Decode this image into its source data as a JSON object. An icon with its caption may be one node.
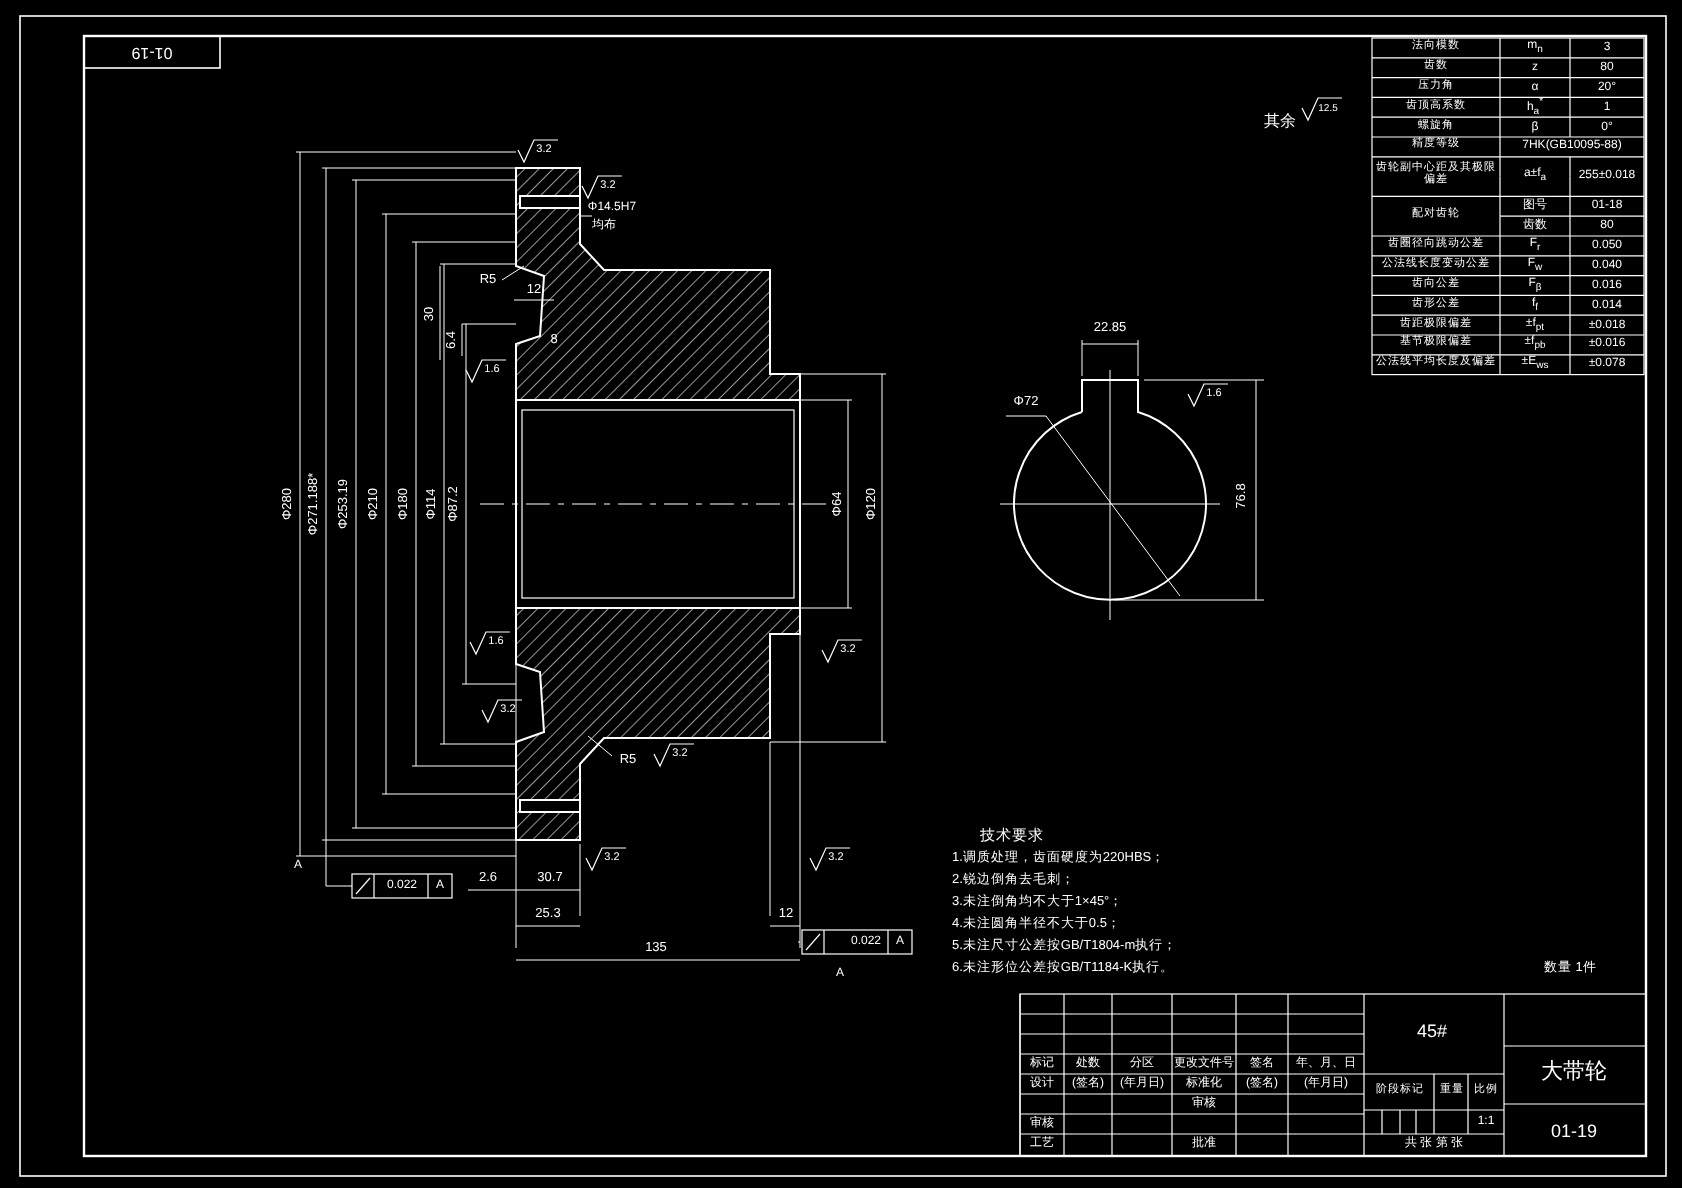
{
  "diagram": {
    "labels": [
      "01-19",
      "其余",
      "12.5",
      "法向模数",
      "m$_{n}$",
      "3",
      "齿数",
      "z",
      "80",
      "压力角",
      "α",
      "20°",
      "齿顶高系数",
      "h$_{a}$$^{*}$",
      "1",
      "螺旋角",
      "β",
      "0°",
      "精度等级",
      "7HK(GB10095-88)",
      "齿轮副中心距及其极限偏差",
      "a±f$_{a}$",
      "255±0.018",
      "配对齿轮",
      "图号",
      "01-18",
      "齿数",
      "80",
      "齿圈径向跳动公差",
      "F$_{r}$",
      "0.050",
      "公法线长度变动公差",
      "F$_{w}$",
      "0.040",
      "齿向公差",
      "F$_{β}$",
      "0.016",
      "齿形公差",
      "f$_{f}$",
      "0.014",
      "齿距极限偏差",
      "±f$_{pt}$",
      "±0.018",
      "基节极限偏差",
      "±f$_{pb}$",
      "±0.016",
      "公法线平均长度及偏差",
      "±E$_{ws}$",
      "±0.078",
      "技术要求",
      "1.调质处理，齿面硬度为220HBS；",
      "2.锐边倒角去毛刺；",
      "3.未注倒角均不大于1×45°；",
      "4.未注圆角半径不大于0.5；",
      "5.未注尺寸公差按GB/T1804-m执行；",
      "6.未注形位公差按GB/T1184-K执行。",
      "数量 1件",
      "标记",
      "处数",
      "分区",
      "更改文件号",
      "签名",
      "年、月、日",
      "设计",
      "(签名)",
      "(年月日)",
      "标准化",
      "(签名)",
      "(年月日)",
      "审核",
      "审核",
      "工艺",
      "批准",
      "45#",
      "阶段标记",
      "重量",
      "比例",
      "1:1",
      "共 张 第 张",
      "大带轮",
      "01-19",
      "Φ280",
      "Φ271.188*",
      "Φ253.19",
      "Φ210",
      "Φ180",
      "Φ114",
      "Φ87.2",
      "Φ64",
      "Φ120",
      "Φ14.5H7",
      "均布",
      "R5",
      "12",
      "30",
      "6.4",
      "8",
      "R5",
      "2.6",
      "30.7",
      "25.3",
      "135",
      "12",
      "0.022",
      "A",
      "0.022",
      "A",
      "A",
      "A",
      "3.2",
      "3.2",
      "1.6",
      "1.6",
      "3.2",
      "3.2",
      "3.2",
      "3.2",
      "3.2",
      "22.85",
      "Φ72",
      "1.6",
      "76.8"
    ]
  }
}
